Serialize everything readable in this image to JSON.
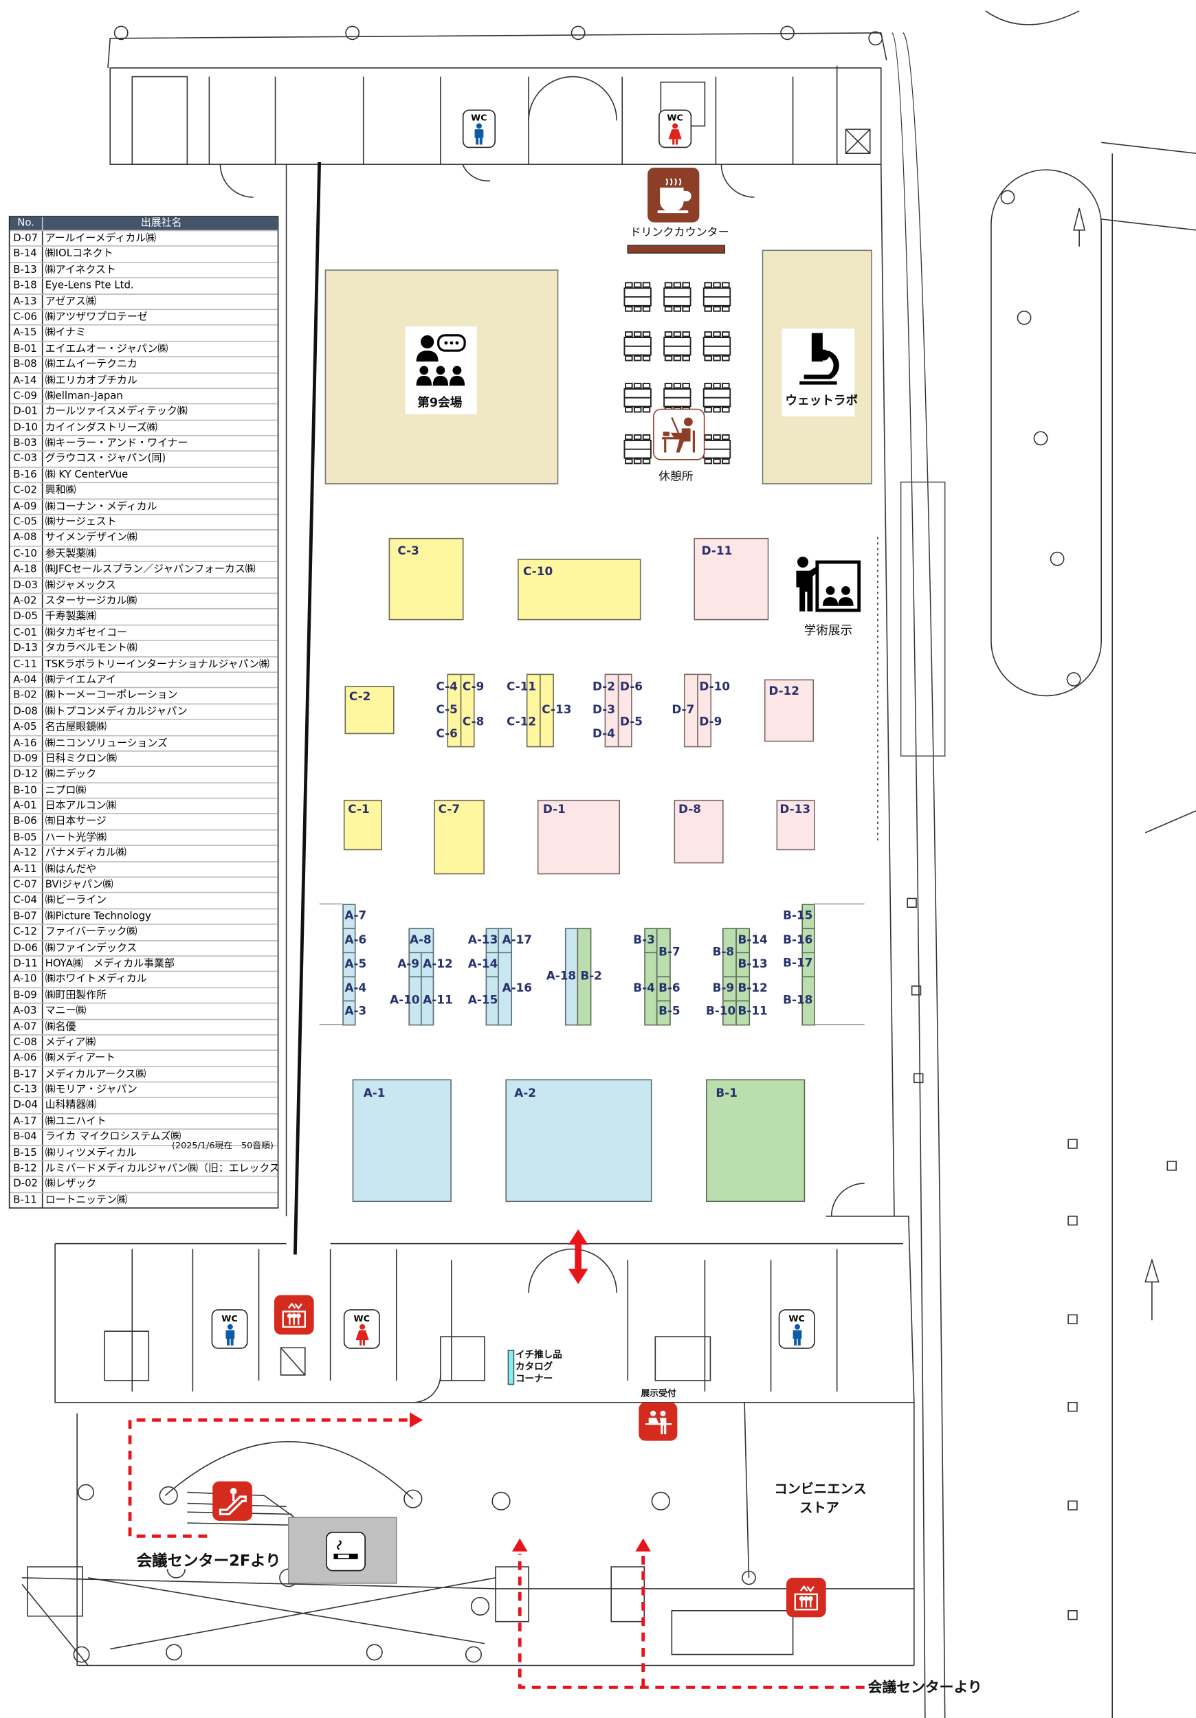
{
  "legend": {
    "header_no": "No.",
    "header_name": "出展社名",
    "footnote": "(2025/1/6現在　50音順)",
    "rows": [
      {
        "no": "D-07",
        "name": "アールイーメディカル㈱"
      },
      {
        "no": "B-14",
        "name": "㈱IOLコネクト"
      },
      {
        "no": "B-13",
        "name": "㈱アイネクスト"
      },
      {
        "no": "B-18",
        "name": "Eye-Lens Pte Ltd."
      },
      {
        "no": "A-13",
        "name": "アゼアス㈱"
      },
      {
        "no": "C-06",
        "name": "㈱アツザワプロテーゼ"
      },
      {
        "no": "A-15",
        "name": "㈱イナミ"
      },
      {
        "no": "B-01",
        "name": "エイエムオー・ジャパン㈱"
      },
      {
        "no": "B-08",
        "name": "㈱エムイーテクニカ"
      },
      {
        "no": "A-14",
        "name": "㈱エリカオプチカル"
      },
      {
        "no": "C-09",
        "name": "㈱ellman-Japan"
      },
      {
        "no": "D-01",
        "name": "カールツァイスメディテック㈱"
      },
      {
        "no": "D-10",
        "name": "カイインダストリーズ㈱"
      },
      {
        "no": "B-03",
        "name": "㈱キーラー・アンド・ワイナー"
      },
      {
        "no": "C-03",
        "name": "グラウコス・ジャパン(同)"
      },
      {
        "no": "B-16",
        "name": "㈱ KY CenterVue"
      },
      {
        "no": "C-02",
        "name": "興和㈱"
      },
      {
        "no": "A-09",
        "name": "㈱コーナン・メディカル"
      },
      {
        "no": "C-05",
        "name": "㈱サージェスト"
      },
      {
        "no": "A-08",
        "name": "サイメンデザイン㈱"
      },
      {
        "no": "C-10",
        "name": "参天製薬㈱"
      },
      {
        "no": "A-18",
        "name": "㈱JFCセールスプラン／ジャパンフォーカス㈱"
      },
      {
        "no": "D-03",
        "name": "㈱ジャメックス"
      },
      {
        "no": "A-02",
        "name": "スターサージカル㈱"
      },
      {
        "no": "D-05",
        "name": "千寿製薬㈱"
      },
      {
        "no": "C-01",
        "name": "㈱タカギセイコー"
      },
      {
        "no": "D-13",
        "name": "タカラベルモント㈱"
      },
      {
        "no": "C-11",
        "name": "TSKラボラトリーインターナショナルジャパン㈱"
      },
      {
        "no": "A-04",
        "name": "㈱テイエムアイ"
      },
      {
        "no": "B-02",
        "name": "㈱トーメーコーポレーション"
      },
      {
        "no": "D-08",
        "name": "㈱トプコンメディカルジャパン"
      },
      {
        "no": "A-05",
        "name": "名古屋眼鏡㈱"
      },
      {
        "no": "A-16",
        "name": "㈱ニコンソリューションズ"
      },
      {
        "no": "D-09",
        "name": "日科ミクロン㈱"
      },
      {
        "no": "D-12",
        "name": "㈱ニデック"
      },
      {
        "no": "B-10",
        "name": "ニプロ㈱"
      },
      {
        "no": "A-01",
        "name": "日本アルコン㈱"
      },
      {
        "no": "B-06",
        "name": "㈲日本サージ"
      },
      {
        "no": "B-05",
        "name": "ハート光学㈱"
      },
      {
        "no": "A-12",
        "name": "パナメディカル㈱"
      },
      {
        "no": "A-11",
        "name": "㈱はんだや"
      },
      {
        "no": "C-07",
        "name": "BVIジャパン㈱"
      },
      {
        "no": "C-04",
        "name": "㈱ビーライン"
      },
      {
        "no": "B-07",
        "name": "㈱Picture Technology"
      },
      {
        "no": "C-12",
        "name": "ファイバーテック㈱"
      },
      {
        "no": "D-06",
        "name": "㈱ファインデックス"
      },
      {
        "no": "D-11",
        "name": "HOYA㈱　メディカル事業部"
      },
      {
        "no": "A-10",
        "name": "㈱ホワイトメディカル"
      },
      {
        "no": "B-09",
        "name": "㈱町田製作所"
      },
      {
        "no": "A-03",
        "name": "マニー㈱"
      },
      {
        "no": "A-07",
        "name": "㈱名優"
      },
      {
        "no": "C-08",
        "name": "メディア㈱"
      },
      {
        "no": "A-06",
        "name": "㈱メディアート"
      },
      {
        "no": "B-17",
        "name": "メディカルアークス㈱"
      },
      {
        "no": "C-13",
        "name": "㈱モリア・ジャパン"
      },
      {
        "no": "D-04",
        "name": "山科精器㈱"
      },
      {
        "no": "A-17",
        "name": "㈱ユニハイト"
      },
      {
        "no": "B-04",
        "name": "ライカ マイクロシステムズ㈱"
      },
      {
        "no": "B-15",
        "name": "㈱リィツメディカル"
      },
      {
        "no": "B-12",
        "name": "ルミバードメディカルジャパン㈱（旧：エレックス㈱）"
      },
      {
        "no": "D-02",
        "name": "㈱レザック"
      },
      {
        "no": "B-11",
        "name": "ロートニッテン㈱"
      }
    ]
  },
  "booths": {
    "A-1": "A-1",
    "A-2": "A-2",
    "A-3": "A-3",
    "A-4": "A-4",
    "A-5": "A-5",
    "A-6": "A-6",
    "A-7": "A-7",
    "A-8": "A-8",
    "A-9": "A-9",
    "A-10": "A-10",
    "A-11": "A-11",
    "A-12": "A-12",
    "A-13": "A-13",
    "A-14": "A-14",
    "A-15": "A-15",
    "A-16": "A-16",
    "A-17": "A-17",
    "A-18": "A-18",
    "B-1": "B-1",
    "B-2": "B-2",
    "B-3": "B-3",
    "B-4": "B-4",
    "B-5": "B-5",
    "B-6": "B-6",
    "B-7": "B-7",
    "B-8": "B-8",
    "B-9": "B-9",
    "B-10": "B-10",
    "B-11": "B-11",
    "B-12": "B-12",
    "B-13": "B-13",
    "B-14": "B-14",
    "B-15": "B-15",
    "B-16": "B-16",
    "B-17": "B-17",
    "B-18": "B-18",
    "C-1": "C-1",
    "C-2": "C-2",
    "C-3": "C-3",
    "C-4": "C-4",
    "C-5": "C-5",
    "C-6": "C-6",
    "C-7": "C-7",
    "C-8": "C-8",
    "C-9": "C-9",
    "C-10": "C-10",
    "C-11": "C-11",
    "C-12": "C-12",
    "C-13": "C-13",
    "D-1": "D-1",
    "D-2": "D-2",
    "D-3": "D-3",
    "D-4": "D-4",
    "D-5": "D-5",
    "D-6": "D-6",
    "D-7": "D-7",
    "D-8": "D-8",
    "D-9": "D-9",
    "D-10": "D-10",
    "D-11": "D-11",
    "D-12": "D-12",
    "D-13": "D-13"
  },
  "facilities": {
    "venue9": "第9会場",
    "wet_lab": "ウェットラボ",
    "drink_counter": "ドリンクカウンター",
    "rest_area": "休憩所",
    "academic_exhibit": "学術展示",
    "wc": "WC",
    "catalog_corner": [
      "イチ推し品",
      "カタログ",
      "コーナー"
    ],
    "reception": "展示受付",
    "convenience_store": [
      "コンビニエンス",
      "ストア"
    ],
    "from_center_2f": "会議センター2Fより",
    "from_center": "会議センターより"
  },
  "colors": {
    "booth_c": "#fff6a0",
    "booth_d": "#fde6e6",
    "booth_a": "#c9e7f0",
    "booth_b": "#bbdeae",
    "zone": "#f0e8c4",
    "label": "#28306e",
    "route": "#e8141a",
    "icon_red": "#d52b1e",
    "icon_brown": "#8c3e26",
    "header": "#44546a"
  }
}
